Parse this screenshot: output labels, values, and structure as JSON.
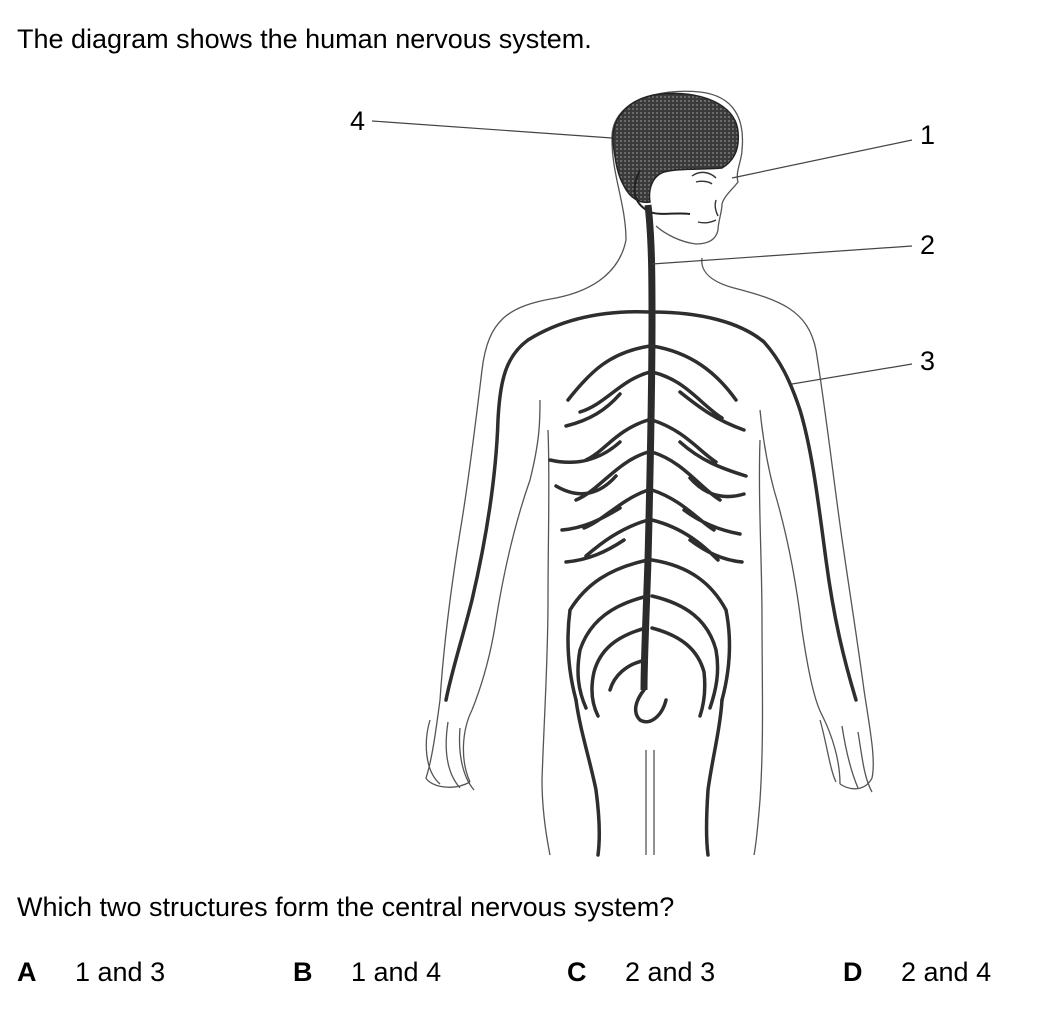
{
  "intro_text": "The diagram shows the human nervous system.",
  "diagram": {
    "labels": [
      "1",
      "2",
      "3",
      "4"
    ]
  },
  "question_text": "Which two structures form the central nervous system?",
  "options": [
    {
      "letter": "A",
      "text": "1 and 3"
    },
    {
      "letter": "B",
      "text": "1 and 4"
    },
    {
      "letter": "C",
      "text": "2 and 3"
    },
    {
      "letter": "D",
      "text": "2 and 4"
    }
  ]
}
